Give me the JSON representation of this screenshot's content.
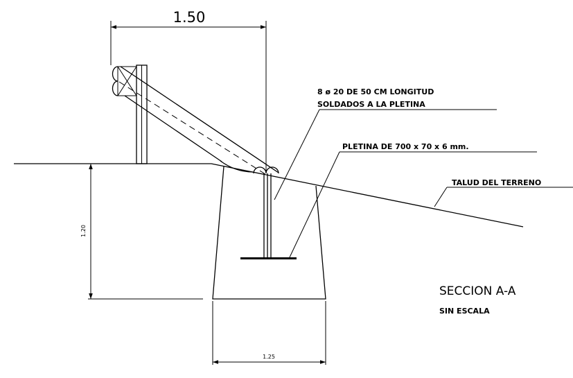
{
  "dimensions": {
    "top_width": "1.50",
    "depth": "1.20",
    "base_width": "1.25"
  },
  "labels": {
    "anchors": "8 ø 20 DE 50 CM LONGITUD",
    "anchors_line2": "SOLDADOS A LA PLETINA",
    "plate": "PLETINA DE 700 x 70 x 6 mm.",
    "slope": "TALUD DEL TERRENO"
  },
  "section": {
    "title": "SECCION A-A",
    "scale": "SIN ESCALA"
  }
}
